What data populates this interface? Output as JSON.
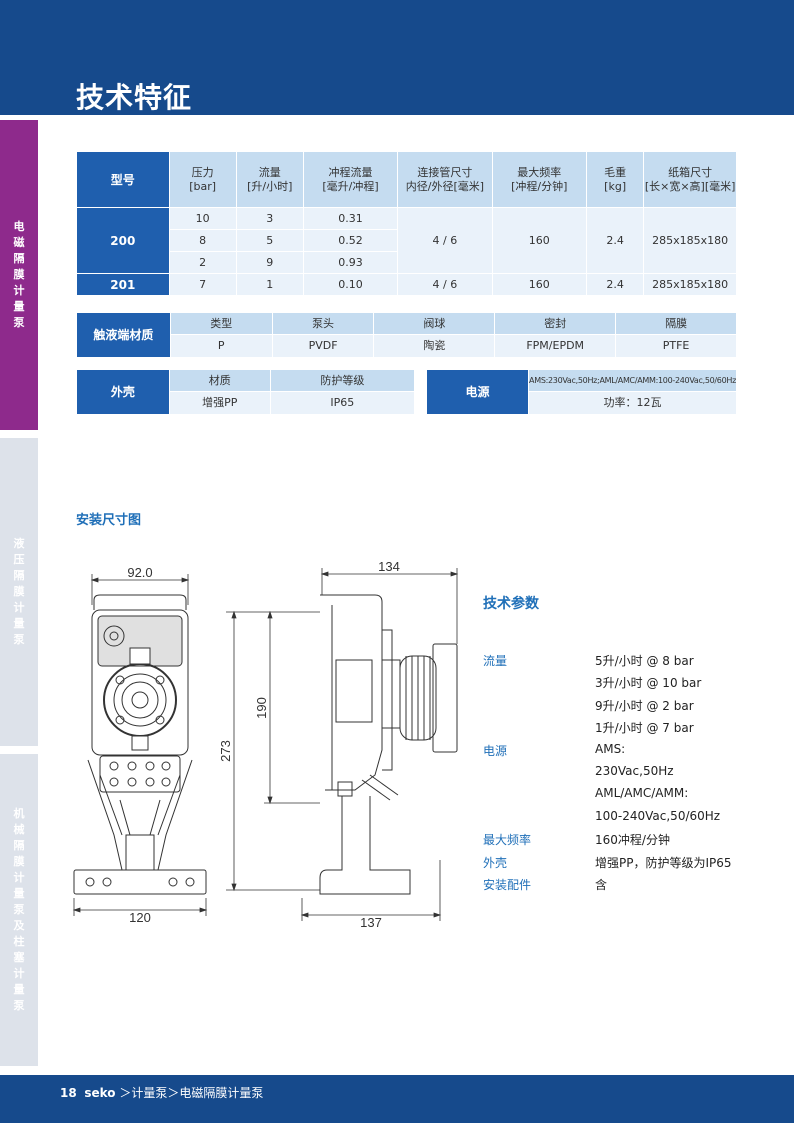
{
  "header": {
    "title": "技术特征"
  },
  "side_tabs": [
    {
      "label": "电磁隔膜计量泵"
    },
    {
      "label": "液压隔膜计量泵"
    },
    {
      "label": "机械隔膜计量泵及柱塞计量泵"
    }
  ],
  "spec_table": {
    "headers": {
      "model": "型号",
      "pressure": "压力",
      "pressure_unit": "[bar]",
      "flow": "流量",
      "flow_unit": "[升/小时]",
      "stroke": "冲程流量",
      "stroke_unit": "[毫升/冲程]",
      "pipe": "连接管尺寸",
      "pipe_unit": "内径/外径[毫米]",
      "freq": "最大频率",
      "freq_unit": "[冲程/分钟]",
      "weight": "毛重",
      "weight_unit": "[kg]",
      "box": "纸箱尺寸",
      "box_unit": "[长×宽×高][毫米]"
    },
    "model_200": {
      "name": "200",
      "rows": [
        {
          "pressure": "10",
          "flow": "3",
          "stroke": "0.31"
        },
        {
          "pressure": "8",
          "flow": "5",
          "stroke": "0.52"
        },
        {
          "pressure": "2",
          "flow": "9",
          "stroke": "0.93"
        }
      ],
      "pipe": "4 / 6",
      "freq": "160",
      "weight": "2.4",
      "box": "285x185x180"
    },
    "model_201": {
      "name": "201",
      "pressure": "7",
      "flow": "1",
      "stroke": "0.10",
      "pipe": "4 / 6",
      "freq": "160",
      "weight": "2.4",
      "box": "285x185x180"
    }
  },
  "wetted_table": {
    "label": "触液端材质",
    "headers": [
      "类型",
      "泵头",
      "阀球",
      "密封",
      "隔膜"
    ],
    "values": [
      "P",
      "PVDF",
      "陶瓷",
      "FPM/EPDM",
      "PTFE"
    ]
  },
  "housing_table": {
    "label": "外壳",
    "headers": [
      "材质",
      "防护等级"
    ],
    "values": [
      "增强PP",
      "IP65"
    ]
  },
  "power_table": {
    "label": "电源",
    "line1": "AMS:230Vac,50Hz;AML/AMC/AMM:100-240Vac,50/60Hz",
    "line2": "功率：12瓦"
  },
  "drawing": {
    "title": "安装尺寸图",
    "dim_top_left": "92.0",
    "dim_bottom_left": "120",
    "dim_height_total": "273",
    "dim_height_inner": "190",
    "dim_top_right": "134",
    "dim_bottom_right": "137"
  },
  "params": {
    "title": "技术参数",
    "rows": [
      {
        "label": "流量",
        "value": "5升/小时 @ 8 bar"
      },
      {
        "label": "",
        "value": "3升/小时 @ 10 bar"
      },
      {
        "label": "",
        "value": "9升/小时 @ 2 bar"
      },
      {
        "label": "",
        "value": "1升/小时 @ 7 bar"
      },
      {
        "label": "电源",
        "value": "AMS:"
      },
      {
        "label": "",
        "value": "230Vac,50Hz"
      },
      {
        "label": "",
        "value": "AML/AMC/AMM:"
      },
      {
        "label": "",
        "value": "100-240Vac,50/60Hz"
      },
      {
        "label": "最大频率",
        "value": "160冲程/分钟"
      },
      {
        "label": "外壳",
        "value": "增强PP，防护等级为IP65"
      },
      {
        "label": "安装配件",
        "value": "含"
      }
    ]
  },
  "footer": {
    "page": "18",
    "brand": "seko",
    "sep1": "＞",
    "crumb1": "计量泵",
    "sep2": "＞",
    "crumb2": "电磁隔膜计量泵"
  }
}
